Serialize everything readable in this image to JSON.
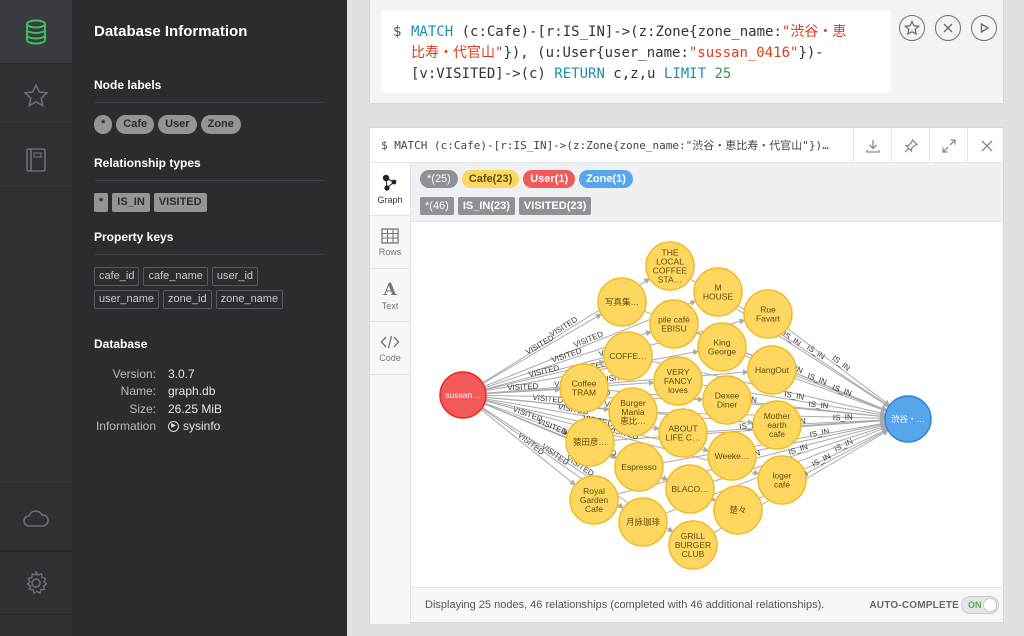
{
  "sidebar": {
    "items": [
      {
        "icon": "database-icon",
        "label": "Database Information"
      },
      {
        "icon": "star-icon",
        "label": "Favorites"
      },
      {
        "icon": "book-icon",
        "label": "Documents"
      },
      {
        "icon": "cloud-icon",
        "label": "Sync"
      },
      {
        "icon": "gear-icon",
        "label": "Settings"
      }
    ]
  },
  "drawer": {
    "title": "Database Information",
    "node_labels_title": "Node labels",
    "node_labels": [
      "*",
      "Cafe",
      "User",
      "Zone"
    ],
    "rel_types_title": "Relationship types",
    "rel_types": [
      "*",
      "IS_IN",
      "VISITED"
    ],
    "prop_keys_title": "Property keys",
    "prop_keys": [
      "cafe_id",
      "cafe_name",
      "user_id",
      "user_name",
      "zone_id",
      "zone_name"
    ],
    "database_title": "Database",
    "version_label": "Version:",
    "version": "3.0.7",
    "name_label": "Name:",
    "name": "graph.db",
    "size_label": "Size:",
    "size": "26.25 MiB",
    "info_label": "Information",
    "info_link": "sysinfo"
  },
  "editor": {
    "prompt": "$",
    "q1": "MATCH",
    "q2": " (c:Cafe)-[r:IS_IN]->(z:Zone{zone_name:",
    "q3": "\"渋谷・恵",
    "q4": "比寿・代官山\"",
    "q5": "}), (u:User{user_name:",
    "q6": "\"sussan_0416\"",
    "q7": "})-",
    "q8": "[v:VISITED]->(c) ",
    "q9": "RETURN",
    "q10": " c,z,u ",
    "q11": "LIMIT",
    "q12": " 25"
  },
  "frame": {
    "title": "$ MATCH (c:Cafe)-[r:IS_IN]->(z:Zone{zone_name:\"渋谷・恵比寿・代官山\"})…",
    "tabs": [
      {
        "id": "graph",
        "label": "Graph",
        "icon": "graph-icon"
      },
      {
        "id": "rows",
        "label": "Rows",
        "icon": "table-icon"
      },
      {
        "id": "text",
        "label": "Text",
        "icon": "text-icon"
      },
      {
        "id": "code",
        "label": "Code",
        "icon": "code-icon"
      }
    ],
    "node_legend": [
      {
        "label": "*(25)",
        "bg": "#8f9196",
        "fg": "#ffffff"
      },
      {
        "label": "Cafe(23)",
        "bg": "#fdd75f",
        "fg": "#604a0e"
      },
      {
        "label": "User(1)",
        "bg": "#f25a5a",
        "fg": "#ffffff"
      },
      {
        "label": "Zone(1)",
        "bg": "#57a6ec",
        "fg": "#ffffff"
      }
    ],
    "rel_legend": [
      "*(46)",
      "IS_IN(23)",
      "VISITED(23)"
    ],
    "footer": "Displaying 25 nodes, 46 relationships (completed with 46 additional relationships).",
    "autocomplete": "AUTO-COMPLETE",
    "toggle": "ON"
  },
  "graph": {
    "user": "sussan…",
    "zone": "渋谷・…",
    "rel_visited": "VISITED",
    "rel_is_in": "IS_IN",
    "cafes": [
      [
        "THE",
        "LOCAL",
        "COFFEE",
        "STA…"
      ],
      [
        "M",
        "HOUSE"
      ],
      [
        "写真集…"
      ],
      [
        "Rue",
        "Favart"
      ],
      [
        "pile café",
        "EBISU"
      ],
      [
        "King",
        "George"
      ],
      [
        "COFFE…"
      ],
      [
        "VERY",
        "FANCY",
        "loves"
      ],
      [
        "HangOut"
      ],
      [
        "Coffee",
        "TRAM"
      ],
      [
        "Burger",
        "Mania",
        "恵比…"
      ],
      [
        "Dexee",
        "Diner"
      ],
      [
        "Mother",
        "earth",
        "cafe"
      ],
      [
        "ABOUT",
        "LIFE C…"
      ],
      [
        "猿田彦…"
      ],
      [
        "Weeke…"
      ],
      [
        "Espresso"
      ],
      [
        "loger",
        "café"
      ],
      [
        "Royal",
        "Garden",
        "Cafe"
      ],
      [
        "BLACO…"
      ],
      [
        "楚々"
      ],
      [
        "月詠珈琲"
      ],
      [
        "GRILL",
        "BURGER",
        "CLUB"
      ]
    ]
  }
}
